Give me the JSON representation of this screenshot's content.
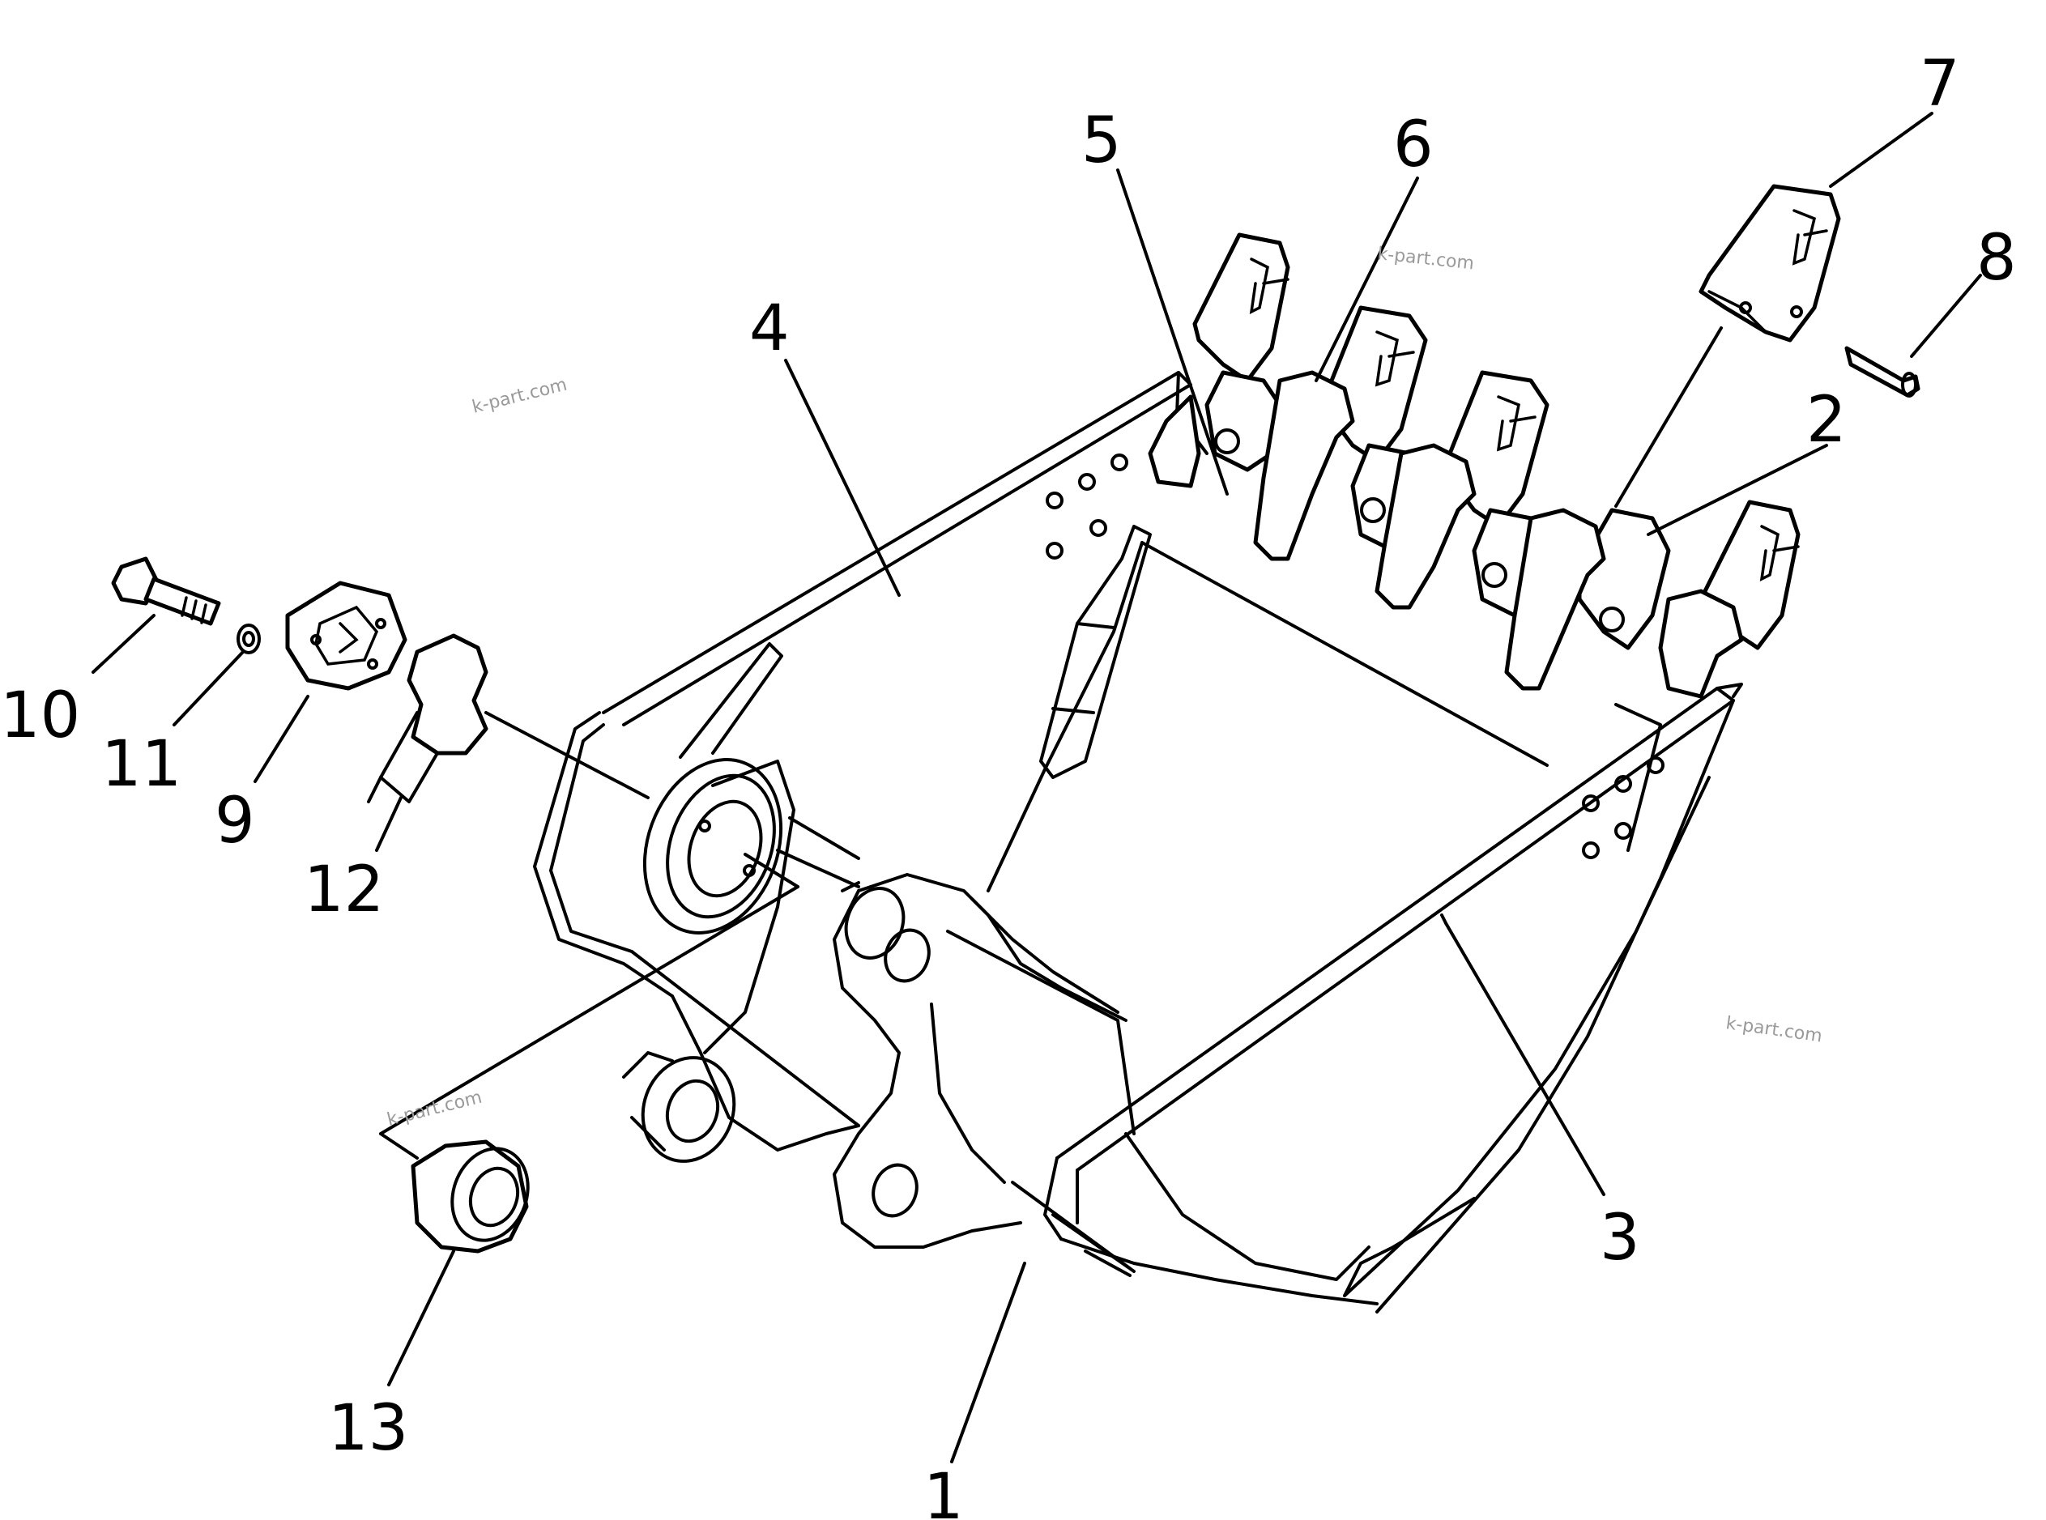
{
  "callouts": {
    "c1": "1",
    "c2": "2",
    "c3": "3",
    "c4": "4",
    "c5": "5",
    "c6": "6",
    "c7": "7",
    "c8": "8",
    "c9": "9",
    "c10": "10",
    "c11": "11",
    "c12": "12",
    "c13": "13"
  },
  "watermarks": {
    "w1": "k-part.com",
    "w2": "k-part.com",
    "w3": "k-part.com",
    "w4": "k-part.com"
  }
}
